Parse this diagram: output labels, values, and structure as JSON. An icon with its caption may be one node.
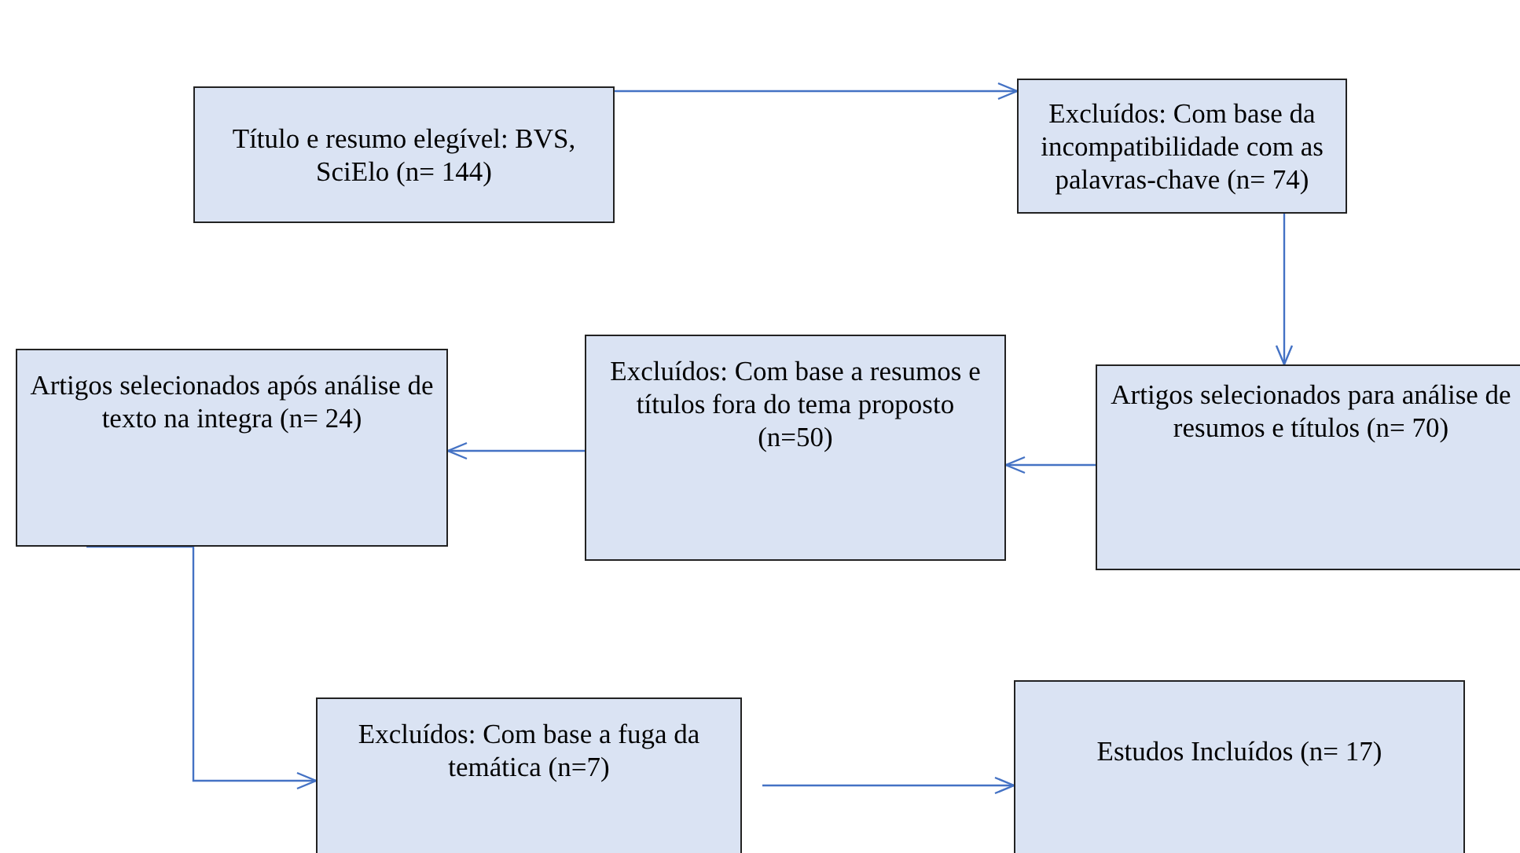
{
  "diagram": {
    "nodes": [
      {
        "text": [
          "Título e resumo elegível: BVS, SciElo (n= 144)"
        ]
      },
      {
        "text": [
          "Excluídos: Com base da incompatibilidade com as palavras-chave (n= 74)"
        ]
      },
      {
        "text": [
          "Artigos selecionados para análise de resumos e títulos (n= 70)"
        ]
      },
      {
        "text": [
          "Excluídos: Com base a resumos e títulos fora do tema proposto (n=50)"
        ]
      },
      {
        "text": [
          "Artigos selecionados após análise de texto na integra (n= 24)"
        ]
      },
      {
        "text": [
          "Excluídos: Com base a fuga da temática (n=7)"
        ]
      },
      {
        "text": [
          "Estudos Incluídos (n= 17)"
        ]
      }
    ],
    "edges": [
      {
        "from": 0,
        "to": 1,
        "arrow": "to"
      },
      {
        "from": 1,
        "to": 2,
        "arrow": "to"
      },
      {
        "from": 2,
        "to": 3,
        "arrow": "to"
      },
      {
        "from": 3,
        "to": 4,
        "arrow": "to"
      },
      {
        "from": 4,
        "to": 5,
        "arrow": "to"
      },
      {
        "from": 5,
        "to": 6,
        "arrow": "to"
      }
    ]
  }
}
